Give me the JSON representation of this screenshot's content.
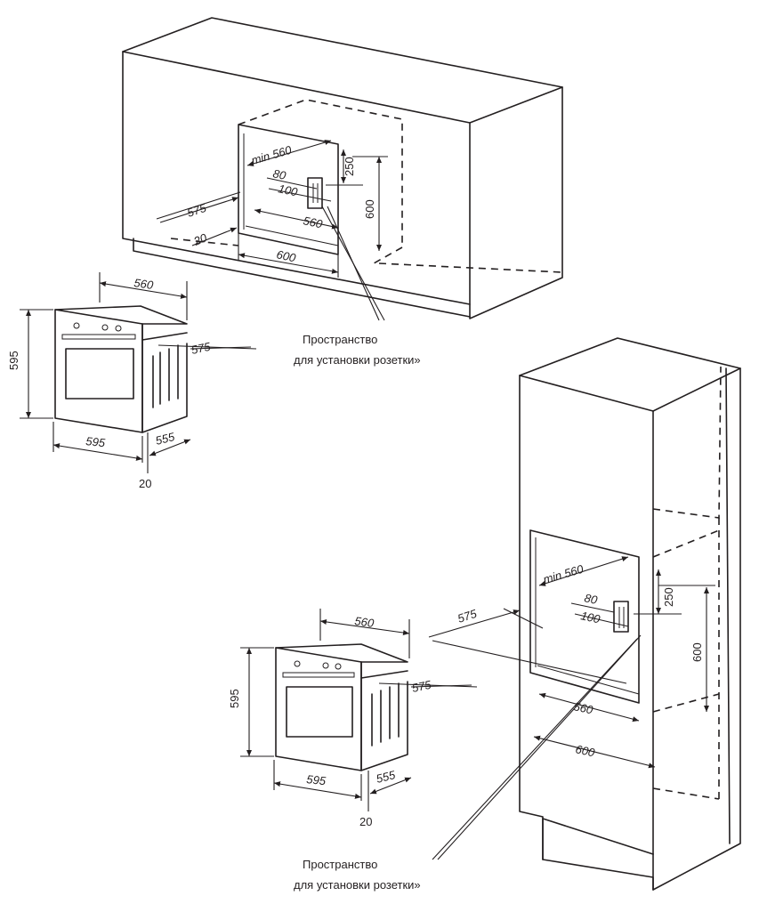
{
  "top_cabinet": {
    "dims": {
      "min_width": "min 560",
      "d80": "80",
      "d100": "100",
      "d250": "250",
      "d600_v": "600",
      "d575": "575",
      "d560": "560",
      "d20": "20",
      "d600_h": "600"
    },
    "caption_line1": "Пространство",
    "caption_line2": "для установки розетки»"
  },
  "oven_top": {
    "dims": {
      "width_top": "560",
      "height": "595",
      "depth_575": "575",
      "width_bottom": "595",
      "depth_555": "555",
      "offset": "20"
    }
  },
  "oven_bottom": {
    "dims": {
      "width_top": "560",
      "height": "595",
      "depth_575": "575",
      "width_bottom": "595",
      "depth_555": "555",
      "offset": "20"
    }
  },
  "tall_cabinet": {
    "dims": {
      "min_width": "min 560",
      "d80": "80",
      "d100": "100",
      "d250": "250",
      "d600_v": "600",
      "d575": "575",
      "d560": "560",
      "d600_h": "600"
    },
    "caption_line1": "Пространство",
    "caption_line2": "для установки розетки»"
  }
}
